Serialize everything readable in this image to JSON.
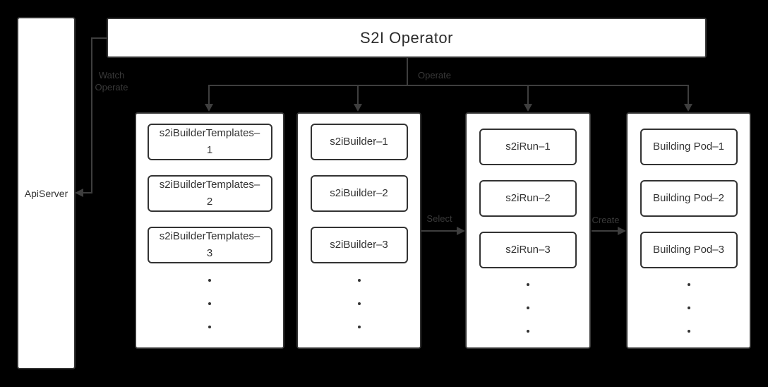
{
  "theme": {
    "bg": "#000000",
    "fill": "#ffffff",
    "border": "#333333",
    "text": "#333333",
    "title": "#2d2d2d",
    "line": "#3e3e3e",
    "label": "#3a3a3a"
  },
  "api_server": {
    "label": "ApiServer"
  },
  "operator": {
    "title": "S2I Operator"
  },
  "edge_labels": {
    "watch": "Watch\nOperate",
    "operate": "Operate",
    "select": "Select",
    "create": "Create"
  },
  "columns": [
    {
      "id": "s2i-builder-templates",
      "items": [
        "s2iBuilderTemplates–\n1",
        "s2iBuilderTemplates–\n2",
        "s2iBuilderTemplates–\n3"
      ]
    },
    {
      "id": "s2i-builders",
      "items": [
        "s2iBuilder–1",
        "s2iBuilder–2",
        "s2iBuilder–3"
      ]
    },
    {
      "id": "s2i-runs",
      "items": [
        "s2iRun–1",
        "s2iRun–2",
        "s2iRun–3"
      ]
    },
    {
      "id": "building-pods",
      "items": [
        "Building Pod–1",
        "Building Pod–2",
        "Building Pod–3"
      ]
    }
  ]
}
